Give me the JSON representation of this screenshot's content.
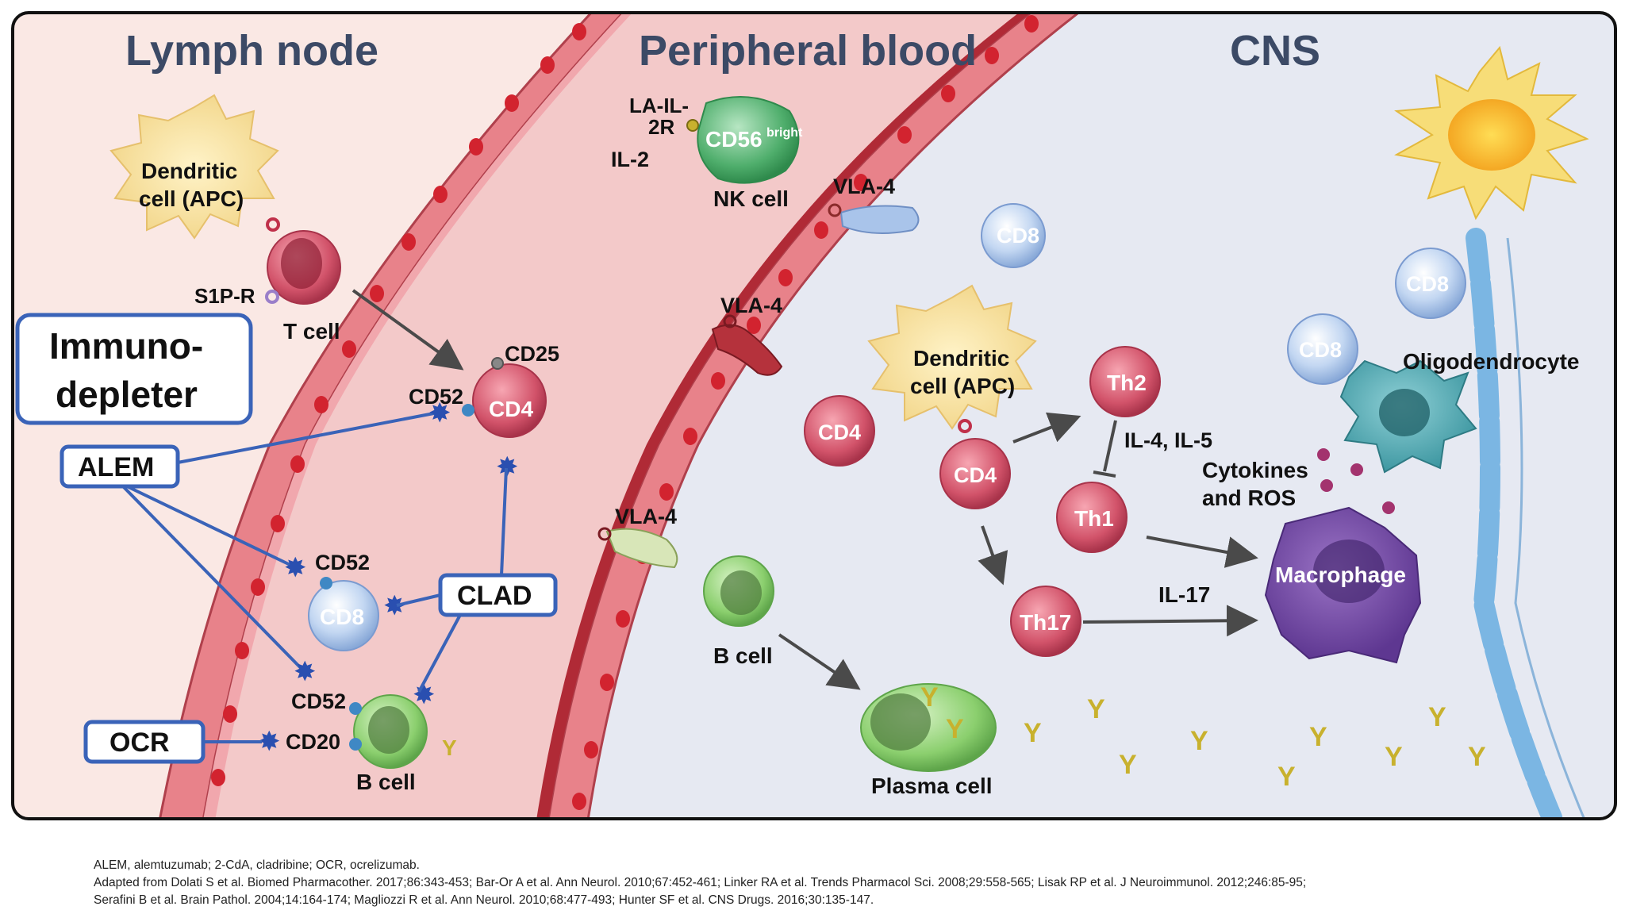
{
  "regions": {
    "lymph_node": "Lymph node",
    "peripheral_blood": "Peripheral blood",
    "cns": "CNS"
  },
  "drugs": {
    "immunodepleter_1": "Immuno-",
    "immunodepleter_2": "depleter",
    "alem": "ALEM",
    "clad": "CLAD",
    "ocr": "OCR"
  },
  "lymph": {
    "dendritic_1": "Dendritic",
    "dendritic_2": "cell (APC)",
    "s1pr": "S1P-R",
    "tcell": "T cell",
    "cd25": "CD25",
    "cd52_a": "CD52",
    "cd4": "CD4",
    "cd52_b": "CD52",
    "cd8": "CD8",
    "cd52_c": "CD52",
    "cd20": "CD20",
    "bcell": "B cell"
  },
  "blood": {
    "la_1": "LA-IL-",
    "la_2": "2R",
    "il2": "IL-2",
    "cd56": "CD56",
    "cd56_sup": "bright",
    "nk": "NK cell",
    "vla4_a": "VLA-4",
    "vla4_b": "VLA-4",
    "vla4_c": "VLA-4"
  },
  "cns": {
    "cd8_a": "CD8",
    "cd8_b": "CD8",
    "cd8_c": "CD8",
    "oligo": "Oligodendrocyte",
    "dendritic_1": "Dendritic",
    "dendritic_2": "cell (APC)",
    "cd4_free": "CD4",
    "cd4_apc": "CD4",
    "th2": "Th2",
    "th1": "Th1",
    "th17": "Th17",
    "il45": "IL-4, IL-5",
    "cyto_1": "Cytokines",
    "cyto_2": "and ROS",
    "macrophage": "Macrophage",
    "il17": "IL-17",
    "bcell": "B cell",
    "plasma": "Plasma cell"
  },
  "footer": {
    "line1": "ALEM, alemtuzumab; 2-CdA, cladribine; OCR, ocrelizumab.",
    "line2": "Adapted from Dolati S et al. Biomed Pharmacother. 2017;86:343-453; Bar-Or A et al. Ann Neurol. 2010;67:452-461; Linker RA et al. Trends Pharmacol Sci. 2008;29:558-565; Lisak RP et al. J Neuroimmunol. 2012;246:85-95;",
    "line3": "Serafini B et al. Brain Pathol. 2004;14:164-174; Magliozzi R et al. Ann Neurol. 2010;68:477-493; Hunter SF et al. CNS Drugs. 2016;30:135-147."
  },
  "colors": {
    "lymph_bg": "#fae8e4",
    "blood_bg": "#f3c9c9",
    "cns_bg": "#e6e9f2",
    "vessel_wall": "#e8828a",
    "drug_blue": "#3a63b8",
    "tcell": "#d2536a",
    "bcell": "#8bcf6e",
    "cd8": "#a9c4ea",
    "macrophage": "#7a4fa8",
    "dendritic": "#f4d98c"
  }
}
